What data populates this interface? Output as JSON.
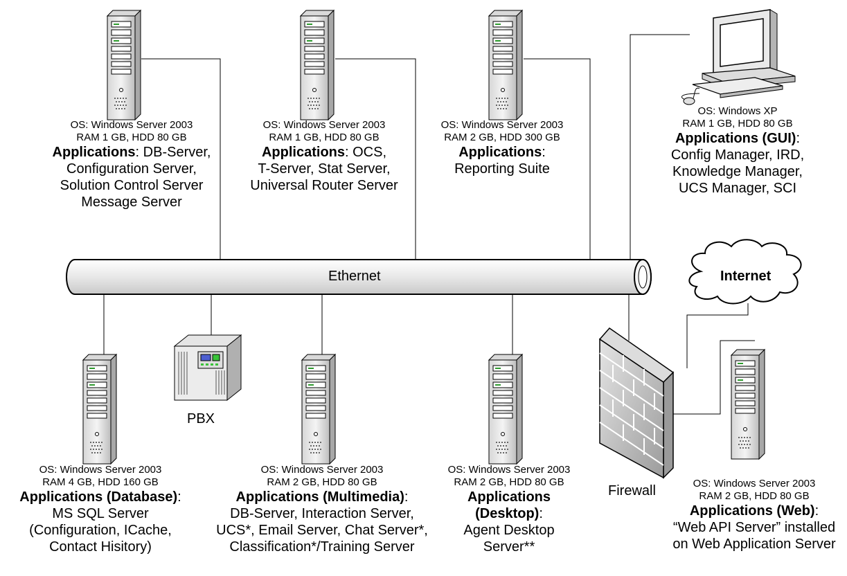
{
  "network": {
    "label": "Ethernet"
  },
  "internet": {
    "label": "Internet"
  },
  "firewall": {
    "label": "Firewall"
  },
  "pbx": {
    "label": "PBX"
  },
  "nodes": {
    "framework": {
      "os": "OS: Windows Server 2003",
      "hw": "RAM 1 GB, HDD 80 GB",
      "app_title": "Applications",
      "app_suffix": ": DB-Server,",
      "lines": [
        "Configuration Server,",
        "Solution Control Server",
        "Message Server"
      ]
    },
    "voice": {
      "os": "OS: Windows Server 2003",
      "hw": "RAM 1 GB, HDD 80 GB",
      "app_title": "Applications",
      "app_suffix": ": OCS,",
      "lines": [
        "T-Server, Stat Server,",
        "Universal Router Server"
      ]
    },
    "reporting": {
      "os": "OS: Windows Server 2003",
      "hw": "RAM 2 GB, HDD 300 GB",
      "app_title": "Applications",
      "app_suffix": ":",
      "lines": [
        "Reporting Suite"
      ]
    },
    "gui": {
      "os": "OS: Windows XP",
      "hw": "RAM 1 GB, HDD 80 GB",
      "app_title": "Applications (GUI)",
      "app_suffix": ":",
      "lines": [
        "Config Manager, IRD,",
        "Knowledge Manager,",
        "UCS Manager, SCI"
      ]
    },
    "database": {
      "os": "OS: Windows Server 2003",
      "hw": "RAM 4 GB, HDD 160 GB",
      "app_title": "Applications (Database)",
      "app_suffix": ":",
      "lines": [
        "MS SQL Server",
        "(Configuration, ICache,",
        "Contact Hisitory)"
      ]
    },
    "multimedia": {
      "os": "OS: Windows Server 2003",
      "hw": "RAM 2 GB, HDD 80 GB",
      "app_title": "Applications (Multimedia)",
      "app_suffix": ":",
      "lines": [
        "DB-Server, Interaction Server,",
        "UCS*, Email Server, Chat Server*,",
        "Classification*/Training Server"
      ]
    },
    "desktop": {
      "os": "OS: Windows Server 2003",
      "hw": "RAM 2 GB, HDD 80 GB",
      "app_title": "Applications",
      "app_title2": "(Desktop)",
      "app_suffix": ":",
      "lines": [
        "Agent Desktop",
        "Server**"
      ]
    },
    "web": {
      "os": "OS: Windows Server 2003",
      "hw": "RAM 2 GB, HDD 80 GB",
      "app_title": "Applications (Web)",
      "app_suffix": ":",
      "lines": [
        "“Web API Server” installed",
        "on Web Application Server"
      ]
    }
  },
  "icons": {
    "server": "tower-server-icon",
    "workstation": "desktop-computer-icon",
    "pbx": "pbx-cabinet-icon",
    "firewall": "brick-firewall-icon",
    "cloud": "cloud-icon"
  },
  "colors": {
    "server_body": "#ebebeb",
    "server_shadow": "#a8a8a8",
    "pipe": "#e6e6e6",
    "firewall": "#c8c8c8",
    "panel_blue": "#4d5fd1",
    "panel_green": "#39c439"
  }
}
